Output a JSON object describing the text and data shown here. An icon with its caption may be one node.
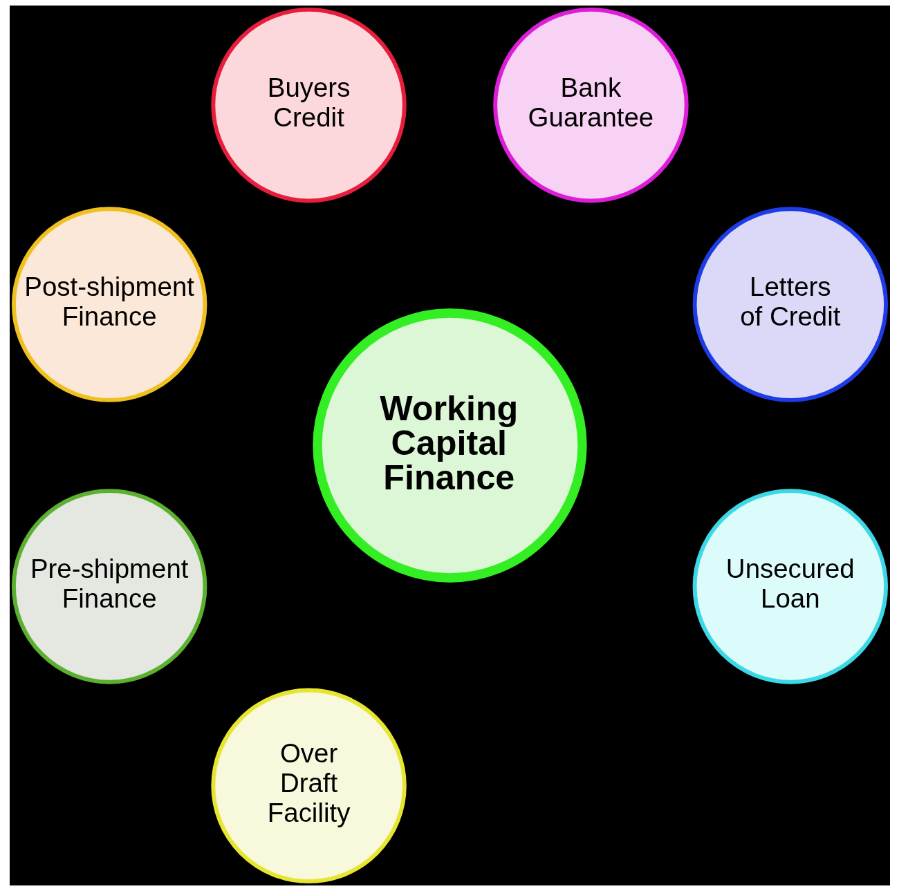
{
  "diagram": {
    "nodes": [
      {
        "text": [
          "Working Capital Finance"
        ]
      },
      {
        "text": [
          "Buyers Credit"
        ]
      },
      {
        "text": [
          "Bank Guarantee"
        ]
      },
      {
        "text": [
          "Letters of Credit"
        ]
      },
      {
        "text": [
          "Unsecured Loan"
        ]
      },
      {
        "text": [
          "Over Draft Facility"
        ]
      },
      {
        "text": [
          "Pre-shipment Finance"
        ]
      },
      {
        "text": [
          "Post-shipment Finance"
        ]
      }
    ],
    "edges": []
  }
}
